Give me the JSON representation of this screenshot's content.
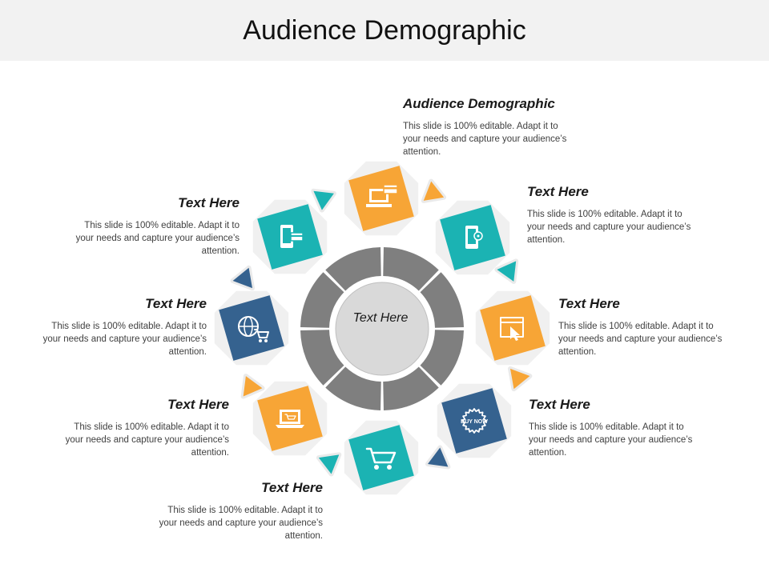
{
  "slide": {
    "title": "Audience Demographic",
    "center_label": "Text Here"
  },
  "colors": {
    "orange": "#F7A536",
    "teal": "#1BB3B3",
    "navy": "#35628F",
    "ring": "#7F7F7F",
    "center": "#D9D9D9"
  },
  "nodes": [
    {
      "id": "top",
      "color": "orange",
      "icon": "computer-card-icon",
      "heading": "Audience Demographic",
      "body": "This slide is 100% editable. Adapt it to your needs and capture your audience’s attention."
    },
    {
      "id": "upper-right",
      "color": "teal",
      "icon": "mobile-payment-icon",
      "heading": "Text Here",
      "body": "This slide is 100% editable. Adapt it to your needs and capture your audience’s attention."
    },
    {
      "id": "right",
      "color": "orange",
      "icon": "web-click-icon",
      "heading": "Text Here",
      "body": "This slide is 100% editable. Adapt it to your needs and capture your audience’s attention."
    },
    {
      "id": "lower-right",
      "color": "navy",
      "icon": "buy-now-badge-icon",
      "badge_text": "BUY NOW",
      "heading": "Text Here",
      "body": "This slide is 100% editable. Adapt it to your needs and capture your audience’s attention."
    },
    {
      "id": "bottom",
      "color": "teal",
      "icon": "shopping-cart-icon",
      "heading": "Text Here",
      "body": "This slide is 100% editable. Adapt it to your needs and capture your audience’s attention."
    },
    {
      "id": "lower-left",
      "color": "orange",
      "icon": "laptop-shop-icon",
      "heading": "Text Here",
      "body": "This slide is 100% editable. Adapt it to your needs and capture your audience’s attention."
    },
    {
      "id": "left",
      "color": "navy",
      "icon": "global-cart-icon",
      "heading": "Text Here",
      "body": "This slide is 100% editable. Adapt it to your needs and capture your audience’s attention."
    },
    {
      "id": "upper-left",
      "color": "teal",
      "icon": "mobile-card-icon",
      "heading": "Text Here",
      "body": "This slide is 100% editable. Adapt it to your needs and capture your audience’s attention."
    }
  ],
  "arrows": [
    {
      "color": "orange"
    },
    {
      "color": "teal"
    },
    {
      "color": "orange"
    },
    {
      "color": "navy"
    },
    {
      "color": "teal"
    },
    {
      "color": "orange"
    },
    {
      "color": "navy"
    },
    {
      "color": "teal"
    }
  ]
}
